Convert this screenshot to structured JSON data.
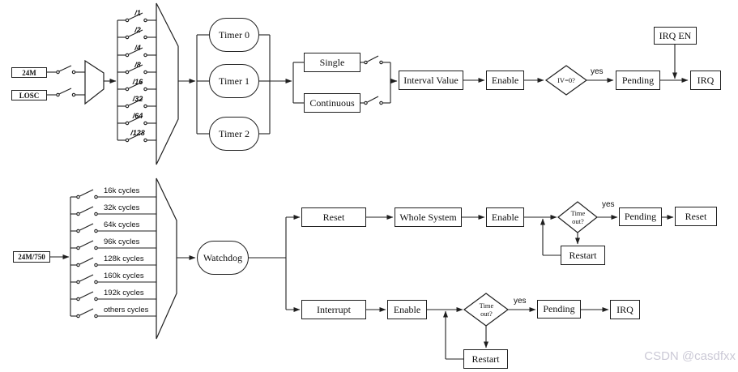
{
  "timer_unit": {
    "clock_inputs": [
      "24M",
      "LOSC"
    ],
    "dividers": [
      "/1",
      "/2",
      "/4",
      "/8",
      "/16",
      "/32",
      "/64",
      "/128"
    ],
    "timers": [
      "Timer 0",
      "Timer 1",
      "Timer 2"
    ],
    "modes": [
      "Single",
      "Continuous"
    ],
    "interval_value": "Interval Value",
    "enable": "Enable",
    "decision": "IV=0?",
    "yes": "yes",
    "pending": "Pending",
    "irq": "IRQ",
    "irq_en": "IRQ EN"
  },
  "watchdog_unit": {
    "clock_input": "24M/750",
    "cycle_options": [
      "16k cycles",
      "32k cycles",
      "64k cycles",
      "96k cycles",
      "128k cycles",
      "160k cycles",
      "192k cycles",
      "others cycles"
    ],
    "watchdog": "Watchdog",
    "reset_path": {
      "mode": "Reset",
      "target": "Whole System",
      "enable": "Enable",
      "decision": "Time out?",
      "yes": "yes",
      "pending": "Pending",
      "output": "Reset",
      "restart": "Restart"
    },
    "interrupt_path": {
      "mode": "Interrupt",
      "enable": "Enable",
      "decision": "Time out?",
      "yes": "yes",
      "pending": "Pending",
      "output": "IRQ",
      "restart": "Restart"
    }
  },
  "watermark": {
    "text": "CSDN @casdfxx"
  }
}
